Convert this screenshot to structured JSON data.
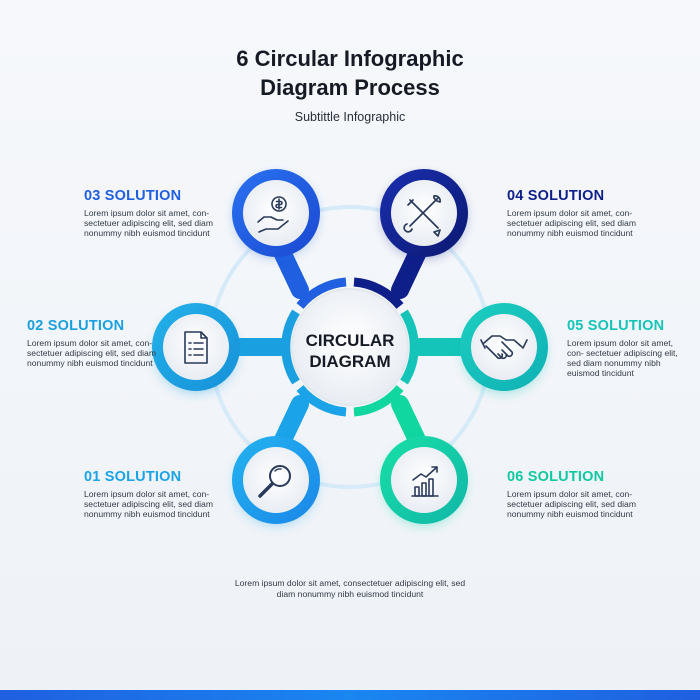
{
  "title_line1": "6 Circular Infographic",
  "title_line2": "Diagram Process",
  "subtitle": "Subtittle Infographic",
  "center": {
    "line1": "CIRCULAR",
    "line2": "DIAGRAM"
  },
  "colors": {
    "s01": "#1aa3e8",
    "s02": "#1aa0e0",
    "s03": "#1f5fe0",
    "s04": "#0f1f8a",
    "s05": "#14c4b8",
    "s06": "#10d6a0"
  },
  "solutions": [
    {
      "id": "01",
      "title": "01 SOLUTION",
      "icon": "magnifier-icon",
      "text": "Lorem ipsum dolor sit amet, con- sectetuer adipiscing elit, sed diam nonummy nibh euismod tincidunt"
    },
    {
      "id": "02",
      "title": "02 SOLUTION",
      "icon": "document-list-icon",
      "text": "Lorem ipsum dolor sit amet, con- sectetuer adipiscing elit, sed diam nonummy nibh euismod tincidunt"
    },
    {
      "id": "03",
      "title": "03 SOLUTION",
      "icon": "hand-coin-icon",
      "text": "Lorem ipsum dolor sit amet, con- sectetuer adipiscing elit, sed diam nonummy nibh euismod tincidunt"
    },
    {
      "id": "04",
      "title": "04 SOLUTION",
      "icon": "tools-icon",
      "text": "Lorem ipsum dolor sit amet, con- sectetuer adipiscing elit, sed diam nonummy nibh euismod tincidunt"
    },
    {
      "id": "05",
      "title": "05 SOLUTION",
      "icon": "handshake-icon",
      "text": "Lorem ipsum dolor sit amet, con- sectetuer adipiscing elit, sed diam nonummy nibh euismod tincidunt"
    },
    {
      "id": "06",
      "title": "06 SOLUTION",
      "icon": "growth-chart-icon",
      "text": "Lorem ipsum dolor sit amet, con- sectetuer adipiscing elit, sed diam nonummy nibh euismod tincidunt"
    }
  ],
  "footer": "Lorem ipsum dolor sit amet, consectetuer adipiscing elit, sed diam nonummy nibh euismod tincidunt"
}
